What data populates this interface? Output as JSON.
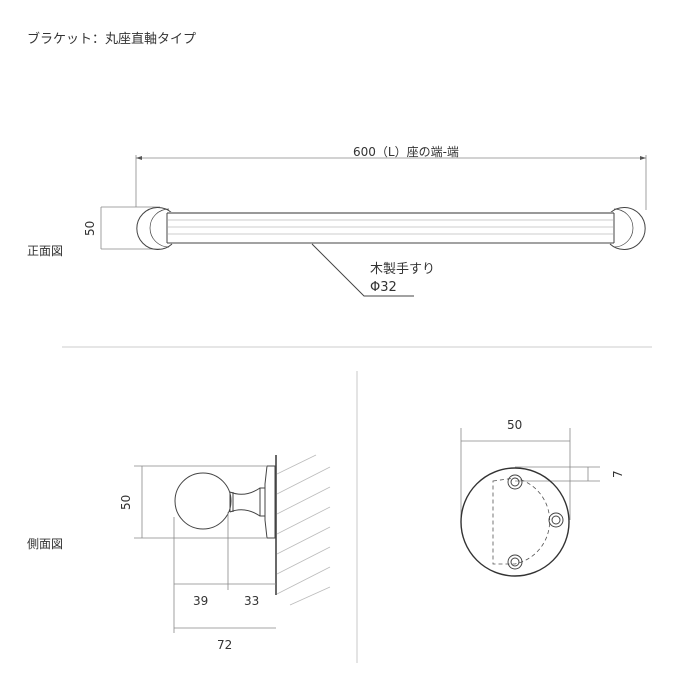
{
  "title": "ブラケット：丸座直軸タイプ",
  "front_view": {
    "label": "正面図",
    "length_dimension": "600（L）座の端-端",
    "height_dimension": "50",
    "material_note": "木製手すり",
    "diameter_note": "Φ32"
  },
  "side_view": {
    "label": "側面図",
    "height_dimension": "50",
    "dim_ball": "39",
    "dim_neck": "33",
    "dim_total": "72"
  },
  "base_view": {
    "width_dimension": "50",
    "offset_dimension": "7"
  },
  "colors": {
    "line": "#444444",
    "dimension_line": "#888888",
    "divider": "#bbbbbb"
  }
}
